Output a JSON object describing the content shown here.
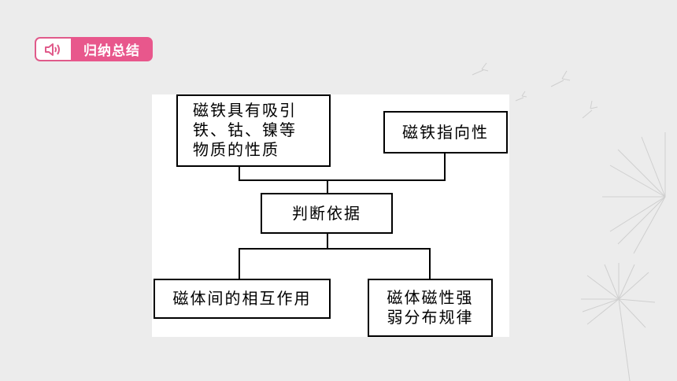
{
  "badge": {
    "icon": "speaker-icon",
    "label": "归纳总结",
    "accent": "#e8578c"
  },
  "diagram": {
    "nodes": {
      "magnet_attracts": "磁铁具有吸引\n铁、钴、镍等\n物质的性质",
      "magnet_direction": "磁铁指向性",
      "basis": "判断依据",
      "interaction": "磁体间的相互作用",
      "distribution": "磁体磁性强\n弱分布规律"
    }
  }
}
